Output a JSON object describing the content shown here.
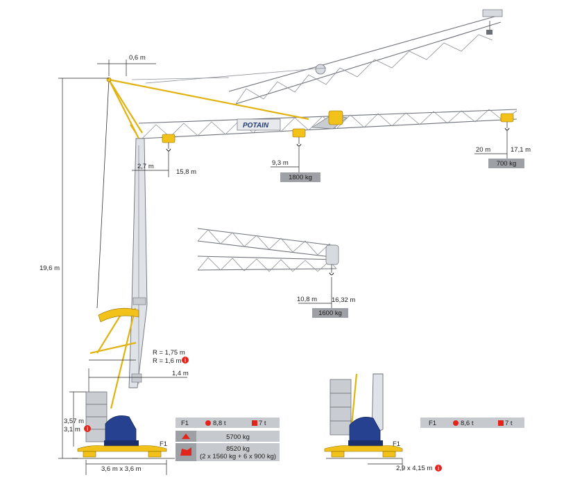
{
  "labels": {
    "top_offset": "0,6 m",
    "mast_height": "19,6 m",
    "radius_near": "2,7 m",
    "height_near": "15,8 m",
    "radius_mid": "9,3 m",
    "load_mid": "1800 kg",
    "radius_tip": "20 m",
    "height_tip": "17,1 m",
    "load_tip": "700 kg",
    "radius_alt": "10,8 m",
    "height_alt": "16,32 m",
    "load_alt": "1600 kg",
    "slew_radius_1": "R = 1,75 m",
    "slew_radius_2": "R = 1,6 m",
    "tail_width": "1,4 m",
    "ballast_height_1": "3,57 m",
    "ballast_height_2": "3,1 m",
    "base_left": "3,6 m x 3,6 m",
    "base_right": "2,9 x 4,15 m",
    "f1_left": "F1",
    "f1_right": "F1",
    "brand": "POTAIN"
  },
  "info_icon": "i",
  "table_left": {
    "f1_label": "F1",
    "f1_circle": "8,8 t",
    "f1_square": "7 t",
    "ballast_weight": "5700 kg",
    "total_weight": "8520 kg",
    "total_detail": "(2 x 1560 kg + 6 x 900 kg)",
    "icon_ballast": "ballast-weight-icon",
    "icon_total": "crane-weight-icon"
  },
  "table_right": {
    "f1_label": "F1",
    "f1_circle": "8,6 t",
    "f1_square": "7 t"
  },
  "colors": {
    "crane_yellow": "#f2c21a",
    "base_blue": "#25418f",
    "marker_red": "#e3241b",
    "steel_grey": "#6b6f76",
    "table_grey": "#9da1a6"
  }
}
